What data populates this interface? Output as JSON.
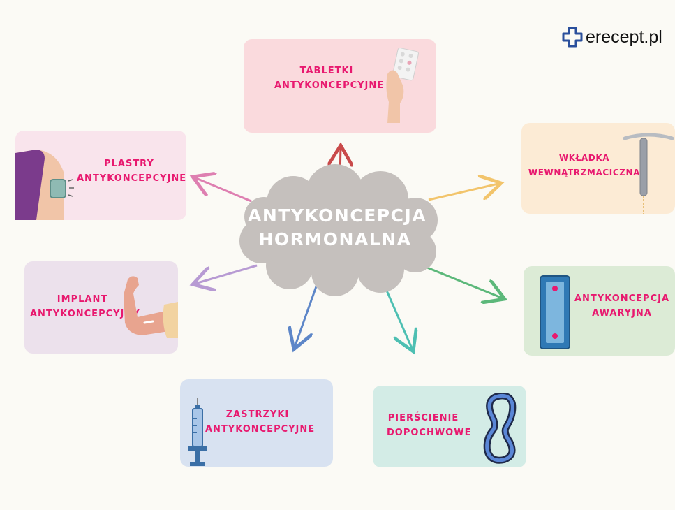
{
  "brand": {
    "name": "erecept.pl"
  },
  "center": {
    "line1": "ANTYKONCEPCJA",
    "line2": "HORMONALNA"
  },
  "methods": {
    "tabletki": {
      "line1": "TABLETKI",
      "line2": "ANTYKONCEPCYJNE"
    },
    "plastry": {
      "line1": "PLASTRY",
      "line2": "ANTYKONCEPCYJNE"
    },
    "implant": {
      "line1": "IMPLANT",
      "line2": "ANTYKONCEPCYJNY"
    },
    "zastrzyki": {
      "line1": "ZASTRZYKI",
      "line2": "ANTYKONCEPCYJNE"
    },
    "pierscienie": {
      "line1": "PIERŚCIENIE",
      "line2": "DOPOCHWOWE"
    },
    "awaryjna": {
      "line1": "ANTYKONCEPCJA",
      "line2": "AWARYJNA"
    },
    "wkladka": {
      "line1": "WKŁADKA",
      "line2": "WEWNĄTRZMACICZNA"
    }
  },
  "colors": {
    "text_accent": "#e8196f",
    "card_tabletki": "#fadadd",
    "card_plastry": "#f9e4ec",
    "card_implant": "#ece1ec",
    "card_zastrzyki": "#d8e2f1",
    "card_pierscienie": "#d3ece6",
    "card_awaryjna": "#dcebd6",
    "card_wkladka": "#fcebd5",
    "cloud": "#c5c0bd"
  }
}
